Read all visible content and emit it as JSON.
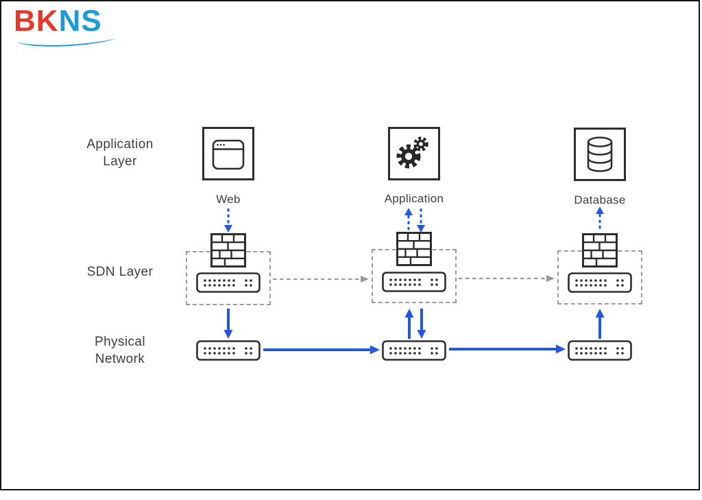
{
  "logo": {
    "red_text": "BK",
    "blue_text": "NS",
    "red_color": "#e6392e",
    "blue_color": "#1b9cd8"
  },
  "layers": {
    "application": {
      "label": "Application\nLayer"
    },
    "sdn": {
      "label": "SDN Layer"
    },
    "physical": {
      "label": "Physical\nNetwork"
    }
  },
  "nodes": {
    "web": {
      "label": "Web",
      "icon": "browser-window-icon"
    },
    "application": {
      "label": "Application",
      "icon": "gears-icon"
    },
    "database": {
      "label": "Database",
      "icon": "database-icon"
    }
  },
  "colors": {
    "arrow_blue": "#2457e0",
    "dashed_gray": "#999999",
    "outline_dark": "#2d2d2d",
    "text": "#3f3f3f"
  },
  "connections": [
    {
      "from": "web",
      "to": "firewall-1",
      "style": "dashed-blue",
      "direction": "down"
    },
    {
      "from": "application",
      "to": "firewall-2",
      "style": "dashed-blue",
      "direction": "both"
    },
    {
      "from": "firewall-3",
      "to": "database",
      "style": "dashed-blue",
      "direction": "up"
    },
    {
      "from": "sdn-switch-1",
      "to": "sdn-switch-2",
      "style": "dashed-gray",
      "direction": "right"
    },
    {
      "from": "sdn-switch-2",
      "to": "sdn-switch-3",
      "style": "dashed-gray",
      "direction": "right"
    },
    {
      "from": "sdn-switch-1",
      "to": "physical-switch-1",
      "style": "solid-blue",
      "direction": "down"
    },
    {
      "from": "sdn-switch-2",
      "to": "physical-switch-2",
      "style": "solid-blue",
      "direction": "both"
    },
    {
      "from": "physical-switch-3",
      "to": "sdn-switch-3",
      "style": "solid-blue",
      "direction": "up"
    },
    {
      "from": "physical-switch-1",
      "to": "physical-switch-2",
      "style": "solid-blue",
      "direction": "right"
    },
    {
      "from": "physical-switch-2",
      "to": "physical-switch-3",
      "style": "solid-blue",
      "direction": "right"
    }
  ]
}
